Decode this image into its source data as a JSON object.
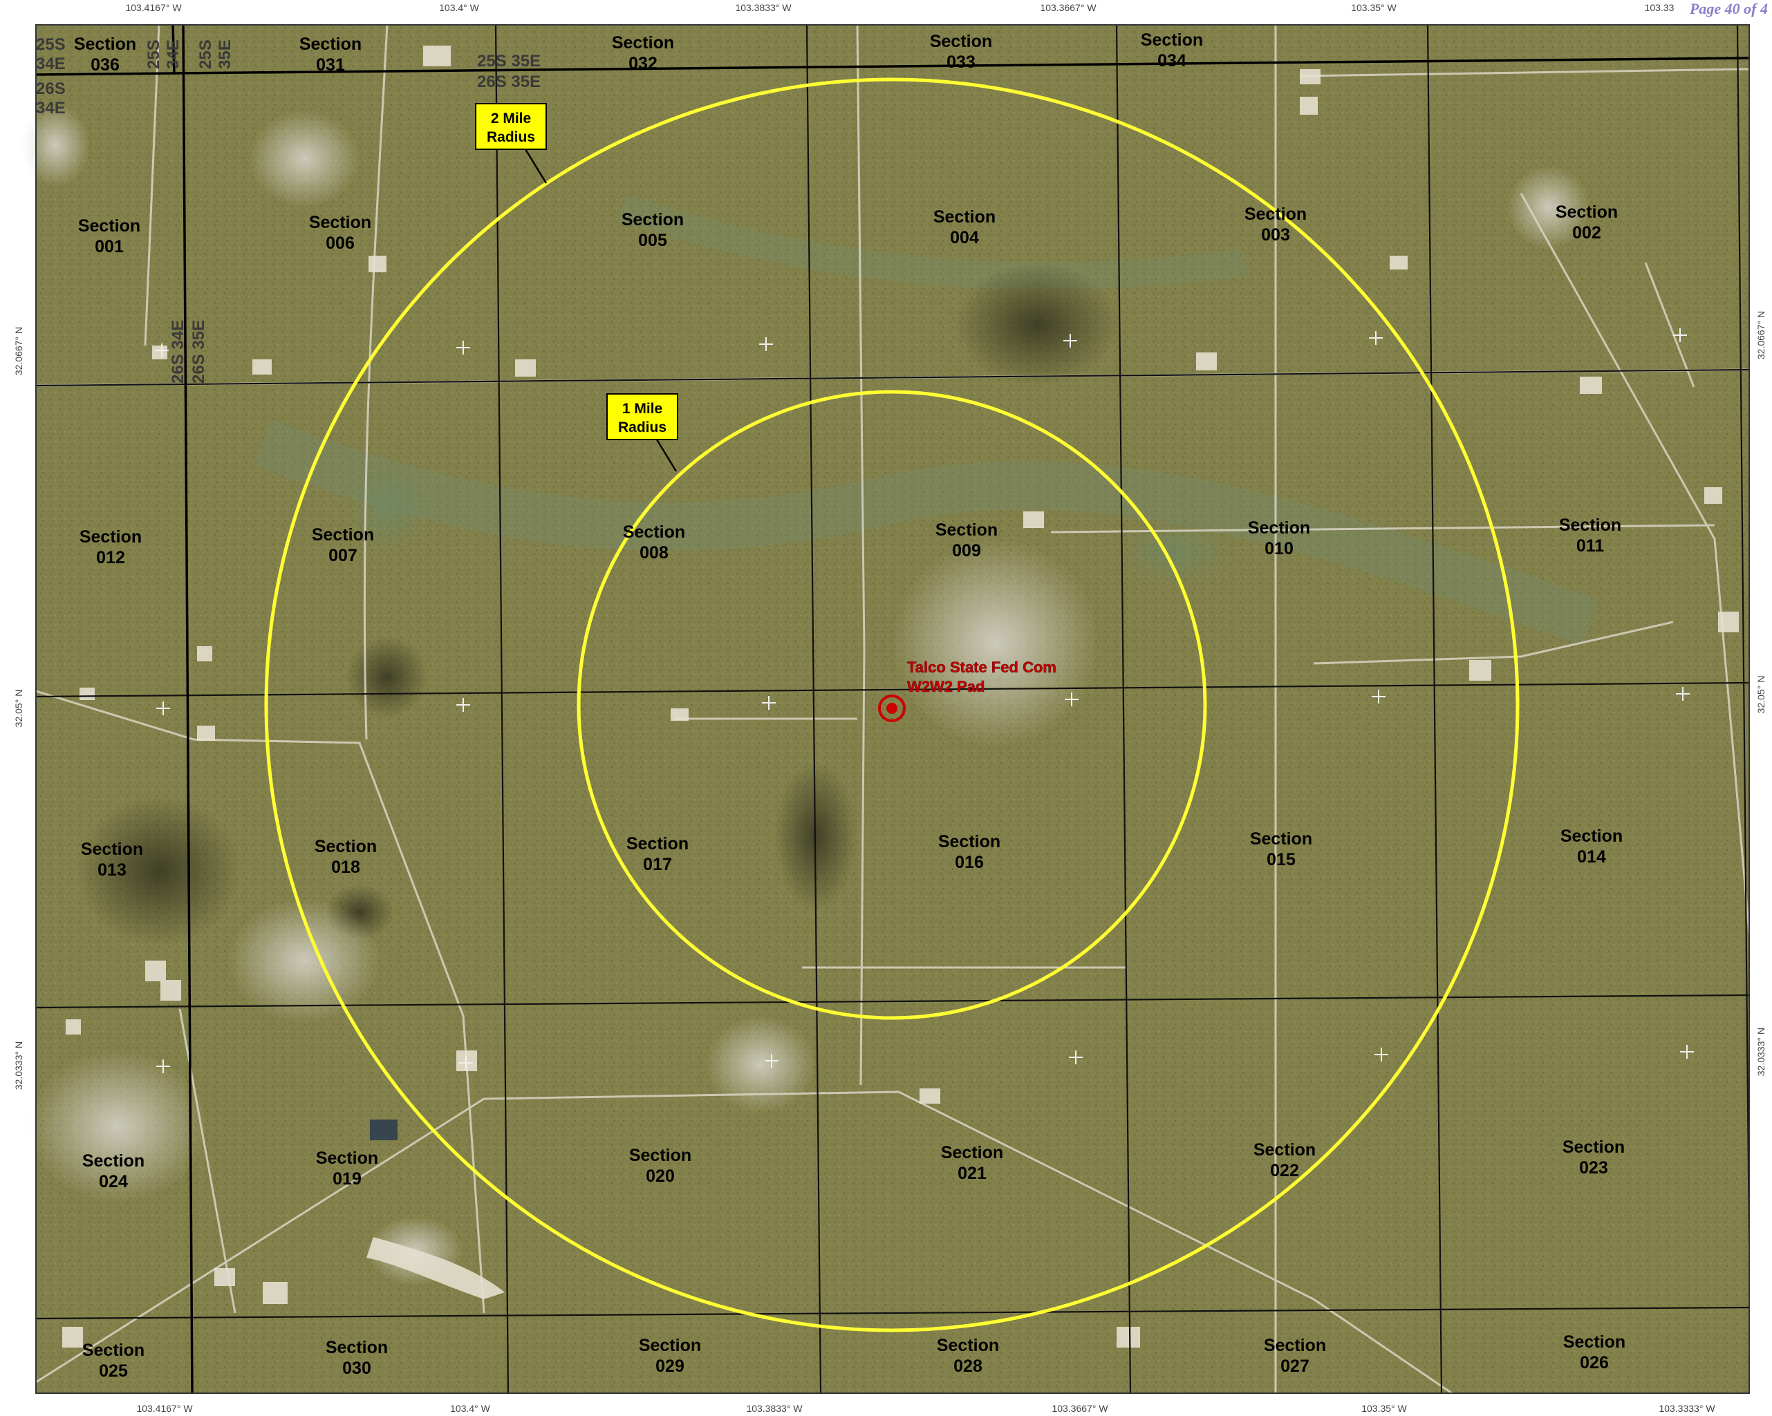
{
  "page_label": "Page 40 of 4",
  "map": {
    "section_word": "Section",
    "sections": [
      "036",
      "031",
      "032",
      "033",
      "034",
      "001",
      "006",
      "005",
      "004",
      "003",
      "002",
      "012",
      "007",
      "008",
      "009",
      "010",
      "011",
      "013",
      "018",
      "017",
      "016",
      "015",
      "014",
      "024",
      "019",
      "020",
      "021",
      "022",
      "023",
      "025",
      "030",
      "029",
      "028",
      "027",
      "026"
    ],
    "townships": [
      {
        "name": "twp-25s-34e-a",
        "lines": [
          "25S",
          "34E"
        ]
      },
      {
        "name": "twp-26s-34e-a",
        "lines": [
          "26S",
          "34E"
        ]
      },
      {
        "name": "twp-25s-34e-b",
        "lines": [
          "25S",
          "34E"
        ]
      },
      {
        "name": "twp-25s-35e-a",
        "lines": [
          "25S",
          "35E"
        ]
      },
      {
        "name": "twp-25s-35e-b",
        "lines": [
          "25S 35E"
        ]
      },
      {
        "name": "twp-26s-35e-b",
        "lines": [
          "26S 35E"
        ]
      },
      {
        "name": "twp-26s-34e-c",
        "lines": [
          "26S 34E"
        ]
      },
      {
        "name": "twp-26s-35e-c",
        "lines": [
          "26S 35E"
        ]
      }
    ],
    "radii": [
      {
        "label_lines": [
          "2 Mile",
          "Radius"
        ],
        "miles": 2
      },
      {
        "label_lines": [
          "1 Mile",
          "Radius"
        ],
        "miles": 1
      }
    ],
    "site": {
      "label_lines": [
        "Talco State Fed Com",
        "W2W2 Pad"
      ]
    },
    "longitude_ticks_top": [
      "103.4167° W",
      "103.4° W",
      "103.3833° W",
      "103.3667° W",
      "103.35° W",
      "103.33"
    ],
    "longitude_ticks_bottom": [
      "103.4167° W",
      "103.4° W",
      "103.3833° W",
      "103.3667° W",
      "103.35° W",
      "103.3333° W"
    ],
    "latitude_ticks_left": [
      "32.0667° N",
      "32.05° N",
      "32.0333° N"
    ],
    "latitude_ticks_right": [
      "32.0667° N",
      "32.05° N",
      "32.0333° N"
    ],
    "colors": {
      "circle": "#ffff33",
      "callout_fill": "#ffff00",
      "site_marker": "#cc0000",
      "section_line": "#111111",
      "township_line": "#000000",
      "terrain": "#7a7a4c"
    }
  }
}
